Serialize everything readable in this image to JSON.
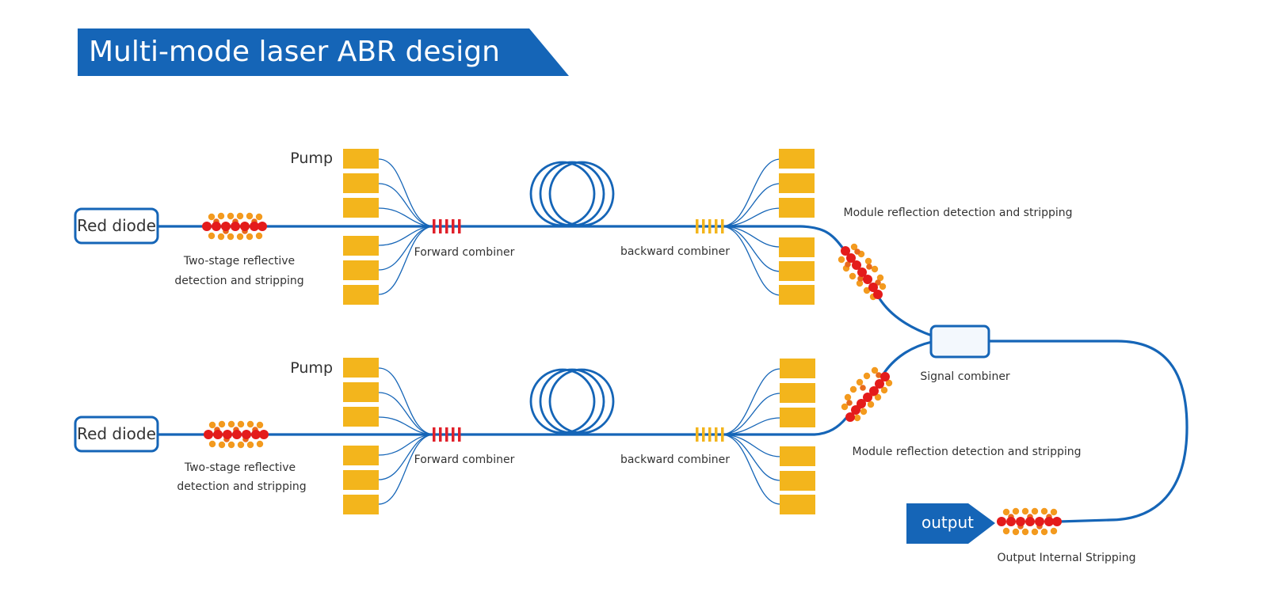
{
  "title": "Multi-mode laser ABR design",
  "colors": {
    "primary_blue": "#1565b7",
    "pump_yellow": "#f3b51c",
    "grating_red": "#e0202a",
    "stripper_red": "#e41b1b",
    "stripper_orange": "#f08a1e",
    "text": "#333333"
  },
  "modules": [
    {
      "source_label": "Red diode",
      "pump_label": "Pump",
      "stripper_label_lines": [
        "Two-stage reflective",
        "detection and stripping"
      ],
      "forward_combiner_label": "Forward combiner",
      "backward_combiner_label": "backward combiner",
      "module_stripping_label": "Module reflection detection and stripping"
    },
    {
      "source_label": "Red diode",
      "pump_label": "Pump",
      "stripper_label_lines": [
        "Two-stage reflective",
        "detection and stripping"
      ],
      "forward_combiner_label": "Forward combiner",
      "backward_combiner_label": "backward combiner",
      "module_stripping_label": "Module reflection detection and stripping"
    }
  ],
  "signal_combiner_label": "Signal combiner",
  "output_label": "output",
  "output_stripping_label": "Output Internal Stripping"
}
